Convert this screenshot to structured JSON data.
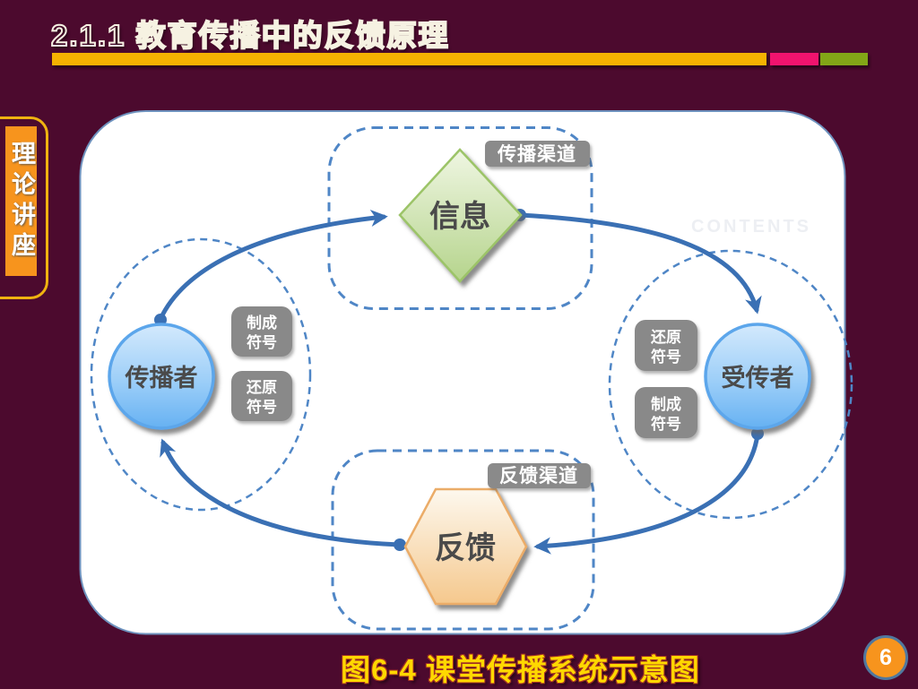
{
  "slide": {
    "title": "2.1.1 教育传播中的反馈原理",
    "caption": "图6-4 课堂传播系统示意图",
    "page_number": "6",
    "sidebar_label": "理论讲座",
    "watermark": "CONTENTS"
  },
  "colors": {
    "background": "#4C0A2E",
    "accent_bar_yellow": "#F5B201",
    "accent_bar_pink": "#F0136E",
    "accent_bar_green": "#82A617",
    "sidebar_orange": "#F7941D",
    "arrow_blue": "#3A70B4",
    "dashed_blue": "#4F86C6",
    "node_gray": "#898989",
    "diamond_green": "#B5D48C",
    "hexagon_orange": "#F5C88D",
    "circle_blue": "#66B1F2"
  },
  "diagram": {
    "nodes": {
      "message": "信息",
      "sender": "传播者",
      "receiver": "受传者",
      "feedback": "反馈"
    },
    "channels": {
      "top": "传播渠道",
      "bottom": "反馈渠道"
    },
    "process_boxes": {
      "sender_top": {
        "line1": "制成",
        "line2": "符号"
      },
      "sender_bottom": {
        "line1": "还原",
        "line2": "符号"
      },
      "receiver_top": {
        "line1": "还原",
        "line2": "符号"
      },
      "receiver_bottom": {
        "line1": "制成",
        "line2": "符号"
      }
    }
  }
}
